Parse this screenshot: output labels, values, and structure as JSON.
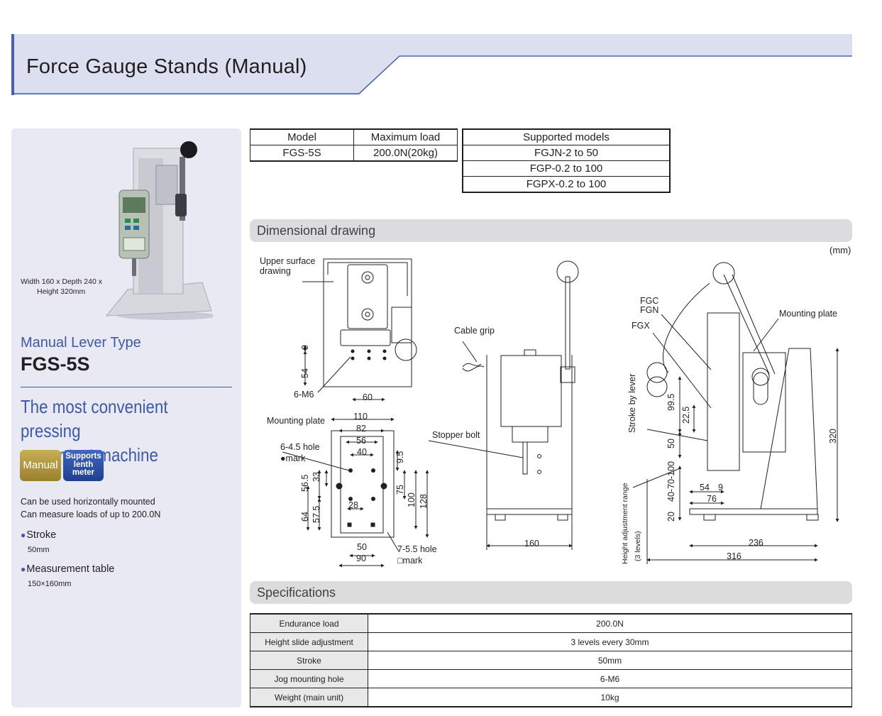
{
  "header": {
    "title": "Force Gauge Stands (Manual)"
  },
  "product_panel": {
    "dimensions_line1": "Width 160 x Depth 240 x",
    "dimensions_line2": "Height 320mm",
    "type_label": "Manual Lever Type",
    "model_name": "FGS-5S",
    "tagline_line1": "The most convenient pressing",
    "tagline_line2": "power test machine",
    "badge_manual": "Manual",
    "badge_length_1": "Supports",
    "badge_length_2": "lenth",
    "badge_length_3": "meter",
    "feature_1": "Can be used horizontally mounted",
    "feature_2": "Can measure loads of up to 200.0N",
    "bullets": [
      {
        "title": "Stroke",
        "value": "50mm"
      },
      {
        "title": "Measurement table",
        "value": "150×160mm"
      }
    ]
  },
  "model_table": {
    "headers": [
      "Model",
      "Maximum load"
    ],
    "row": [
      "FGS-5S",
      "200.0N(20kg)"
    ]
  },
  "supported_table": {
    "header": "Supported models",
    "rows": [
      "FGJN-2 to 50",
      "FGP-0.2 to 100",
      "FGPX-0.2 to 100"
    ]
  },
  "dimensional_drawing": {
    "title": "Dimensional drawing",
    "unit": "(mm)",
    "labels": {
      "upper_surface_1": "Upper surface",
      "upper_surface_2": "drawing",
      "six_m6": "6-M6",
      "mounting_plate": "Mounting plate",
      "hole_45": "6-4.5 hole",
      "dot_mark": "●mark",
      "hole_55": "7-5.5 hole",
      "square_mark": "□mark",
      "cable_grip": "Cable grip",
      "stopper_bolt": "Stopper bolt",
      "fgc": "FGC",
      "fgn": "FGN",
      "fgx": "FGX",
      "mounting_plate_side": "Mounting plate",
      "stroke_by_lever": "Stroke by lever",
      "height_adj_1": "Height adjustment range",
      "height_adj_2": "(3 levels)"
    },
    "dims": {
      "d9": "9",
      "d54": "54",
      "d60": "60",
      "d110": "110",
      "d82": "82",
      "d56": "56",
      "d40": "40",
      "d9_5": "9.5",
      "d33": "33",
      "d56_5": "56.5",
      "d64": "64",
      "d57_5": "57.5",
      "d28": "28",
      "d75": "75",
      "d100": "100",
      "d128": "128",
      "d50": "50",
      "d90": "90",
      "d160": "160",
      "d99_5": "99.5",
      "d22_5": "22.5",
      "d50s": "50",
      "d40_70_100": "40-70-100",
      "d20": "20",
      "d54s": "54",
      "d9s": "9",
      "d76": "76",
      "d320": "320",
      "d236": "236",
      "d316": "316"
    }
  },
  "specifications": {
    "title": "Specifications",
    "rows": [
      {
        "label": "Endurance load",
        "value": "200.0N"
      },
      {
        "label": "Height slide adjustment",
        "value": "3 levels every 30mm"
      },
      {
        "label": "Stroke",
        "value": "50mm"
      },
      {
        "label": "Jog mounting hole",
        "value": "6-M6"
      },
      {
        "label": "Weight (main unit)",
        "value": "10kg"
      }
    ]
  }
}
